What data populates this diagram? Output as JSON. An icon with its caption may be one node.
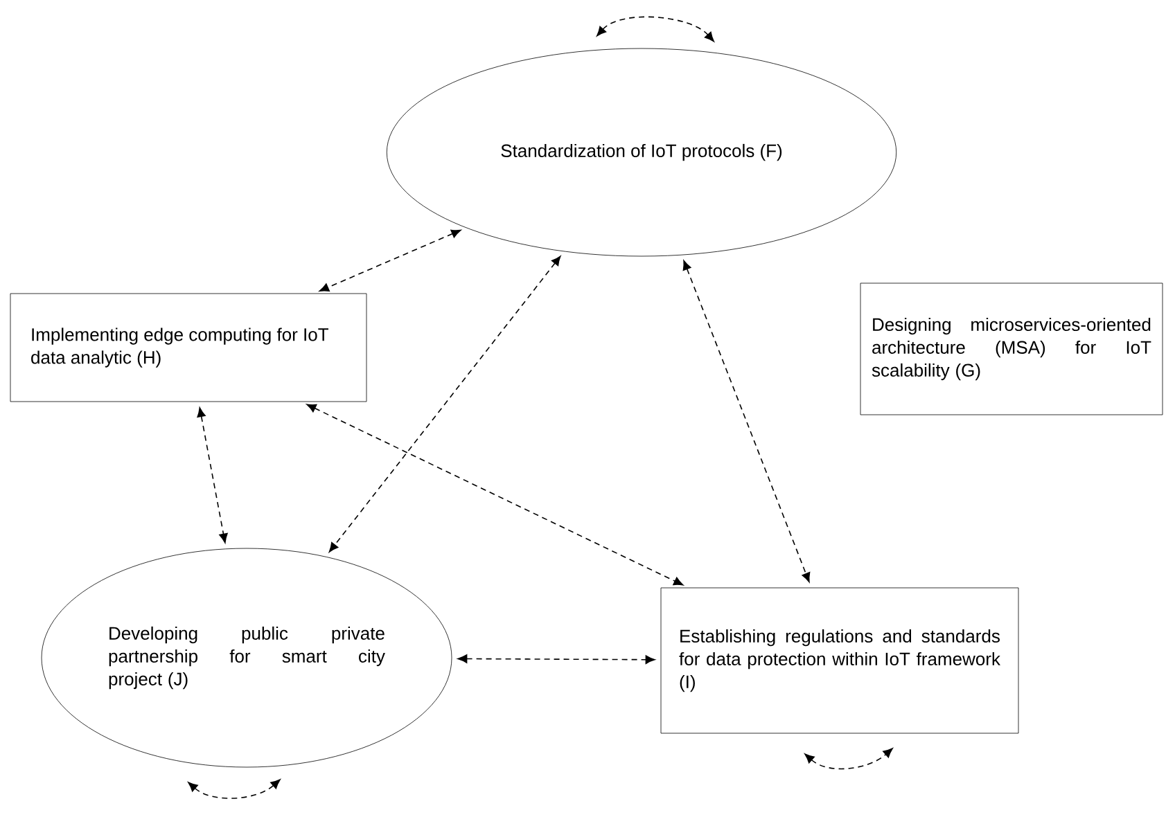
{
  "diagram": {
    "nodes": [
      {
        "text": [
          "Standardization of IoT protocols (F)"
        ]
      },
      {
        "text": [
          "Implementing edge computing for IoT data analytic (H)"
        ]
      },
      {
        "text": [
          "Designing microservices-oriented architecture (MSA) for IoT scalability (G)"
        ]
      },
      {
        "text": [
          "Developing public private partnership for smart city project (J)"
        ]
      },
      {
        "text": [
          "Establishing regulations and standards for data protection within IoT framework (I)"
        ]
      }
    ],
    "edges": [
      {
        "from": 0,
        "to": 0,
        "arrow": "both",
        "style": "dashed"
      },
      {
        "from": 0,
        "to": 1,
        "arrow": "both",
        "style": "dashed"
      },
      {
        "from": 1,
        "to": 3,
        "arrow": "both",
        "style": "dashed"
      },
      {
        "from": 0,
        "to": 3,
        "arrow": "both",
        "style": "dashed"
      },
      {
        "from": 1,
        "to": 4,
        "arrow": "both",
        "style": "dashed"
      },
      {
        "from": 0,
        "to": 4,
        "arrow": "both",
        "style": "dashed"
      },
      {
        "from": 3,
        "to": 4,
        "arrow": "both",
        "style": "dashed"
      },
      {
        "from": 4,
        "to": 4,
        "arrow": "both",
        "style": "dashed"
      },
      {
        "from": 3,
        "to": 3,
        "arrow": "both",
        "style": "dashed"
      }
    ]
  }
}
